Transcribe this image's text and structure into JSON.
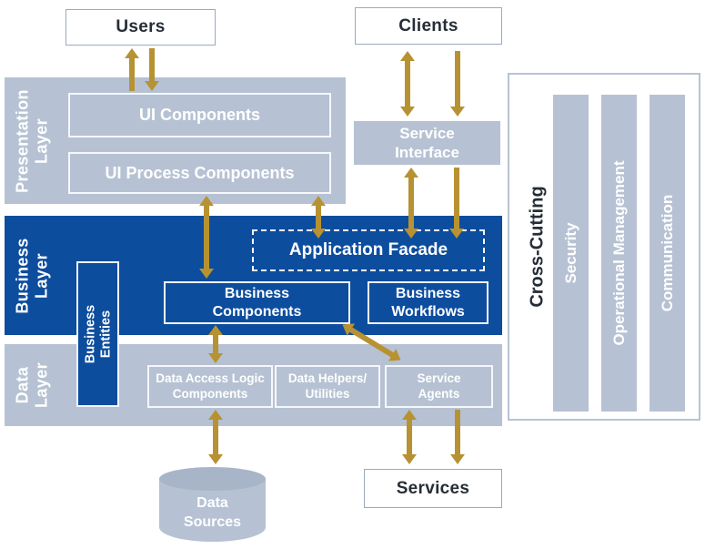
{
  "nodes": {
    "users": "Users",
    "clients": "Clients",
    "presentation_layer": "Presentation\nLayer",
    "ui_components": "UI Components",
    "ui_process_components": "UI Process Components",
    "service_interface": "Service\nInterface",
    "business_layer": "Business\nLayer",
    "application_facade": "Application Facade",
    "business_components": "Business\nComponents",
    "business_workflows": "Business\nWorkflows",
    "business_entities": "Business\nEntities",
    "data_layer": "Data\nLayer",
    "data_access_logic_components": "Data Access Logic\nComponents",
    "data_helpers_utilities": "Data Helpers/\nUtilities",
    "service_agents": "Service\nAgents",
    "cross_cutting": "Cross-Cutting",
    "security": "Security",
    "operational_management": "Operational Management",
    "communication": "Communication",
    "data_sources": "Data\nSources",
    "services": "Services"
  },
  "connections": [
    {
      "from": "Presentation Layer",
      "to": "Users",
      "direction": "up"
    },
    {
      "from": "Users",
      "to": "Presentation Layer",
      "direction": "down"
    },
    {
      "from": "Clients",
      "to": "Service Interface",
      "direction": "both"
    },
    {
      "from": "Clients",
      "to": "Service Interface",
      "direction": "down"
    },
    {
      "from": "Service Interface",
      "to": "Application Facade",
      "direction": "both"
    },
    {
      "from": "Service Interface",
      "to": "Application Facade",
      "direction": "down"
    },
    {
      "from": "UI Process Components",
      "to": "Business Components",
      "direction": "both"
    },
    {
      "from": "UI Process Components",
      "to": "Application Facade",
      "direction": "both"
    },
    {
      "from": "Business Components",
      "to": "Data Access Logic Components",
      "direction": "both"
    },
    {
      "from": "Business Components",
      "to": "Service Agents",
      "direction": "both"
    },
    {
      "from": "Data Access Logic Components",
      "to": "Data Sources",
      "direction": "both"
    },
    {
      "from": "Service Agents",
      "to": "Services",
      "direction": "both"
    },
    {
      "from": "Service Agents",
      "to": "Services",
      "direction": "down"
    }
  ],
  "colors": {
    "layer_gray": "#b6c2d3",
    "layer_blue": "#0d4d9e",
    "arrow_gold": "#b79233",
    "text_dark": "#262d36",
    "white": "#ffffff",
    "cylinder_top": "#a8b4c8",
    "box_border_light": "#9aaabf",
    "panel_border": "#b8c3d3"
  }
}
